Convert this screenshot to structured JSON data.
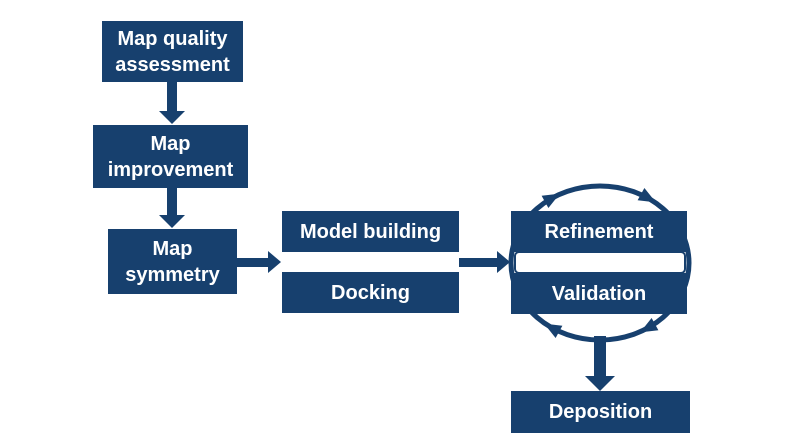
{
  "diagram": {
    "colors": {
      "node_fill": "#17406E",
      "node_text": "#FFFFFF",
      "connector": "#17406E",
      "background": "#FFFFFF"
    },
    "nodes": [
      {
        "id": "map-quality-assessment",
        "label": "Map quality\nassessment"
      },
      {
        "id": "map-improvement",
        "label": "Map\nimprovement"
      },
      {
        "id": "map-symmetry",
        "label": "Map\nsymmetry"
      },
      {
        "id": "model-building",
        "label": "Model building"
      },
      {
        "id": "docking",
        "label": "Docking"
      },
      {
        "id": "refinement",
        "label": "Refinement"
      },
      {
        "id": "validation",
        "label": "Validation"
      },
      {
        "id": "deposition",
        "label": "Deposition"
      }
    ],
    "connectors": [
      {
        "from": "map-quality-assessment",
        "to": "map-improvement",
        "type": "arrow-down"
      },
      {
        "from": "map-improvement",
        "to": "map-symmetry",
        "type": "arrow-down"
      },
      {
        "from": "map-symmetry",
        "to": "model-building-and-docking",
        "type": "arrow-right"
      },
      {
        "from": "model-building-and-docking",
        "to": "refinement-and-validation",
        "type": "arrow-right"
      },
      {
        "around": "refinement-and-validation",
        "type": "cycle",
        "direction": "clockwise",
        "arrowhead_count": 4
      },
      {
        "from": "refinement-and-validation-cycle",
        "to": "deposition",
        "type": "arrow-down"
      }
    ]
  }
}
